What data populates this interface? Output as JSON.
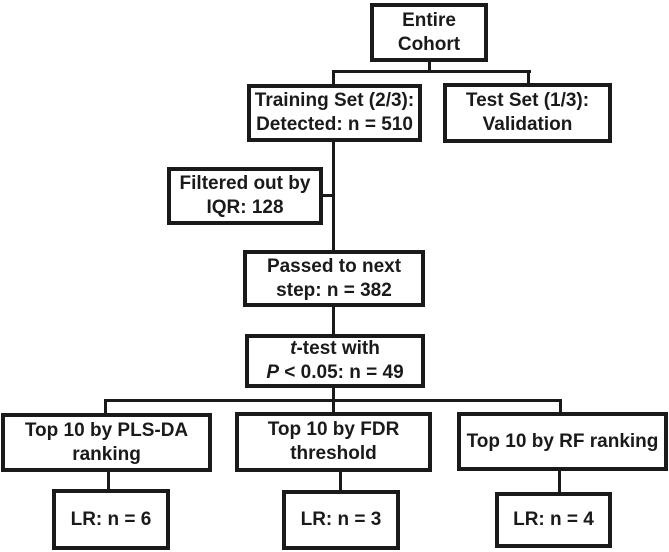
{
  "colors": {
    "background": "#ffffff",
    "line": "#1a1a1a",
    "box_fill": "#ffffff",
    "text": "#1a1a1a"
  },
  "flowchart": {
    "nodes": {
      "entire_cohort": {
        "line1": "Entire",
        "line2": "Cohort"
      },
      "training_set": {
        "line1": "Training Set (2/3):",
        "line2": "Detected: n = 510"
      },
      "test_set": {
        "line1": "Test Set (1/3):",
        "line2": "Validation"
      },
      "filtered": {
        "line1": "Filtered out by",
        "line2": "IQR: 128"
      },
      "passed": {
        "line1": "Passed to next",
        "line2": "step: n = 382"
      },
      "ttest": {
        "line1_italic": "t",
        "line1_rest": "-test with",
        "line2_italic": "P",
        "line2_rest": " < 0.05: n = 49"
      },
      "plsda": {
        "line1": "Top 10 by PLS-DA",
        "line2": "ranking"
      },
      "fdr": {
        "line1": "Top 10 by FDR",
        "line2": "threshold"
      },
      "rf": {
        "line1": "Top 10 by RF ranking"
      },
      "lr_plsda": {
        "line1": "LR: n = 6"
      },
      "lr_fdr": {
        "line1": "LR: n = 3"
      },
      "lr_rf": {
        "line1": "LR: n = 4"
      }
    }
  }
}
